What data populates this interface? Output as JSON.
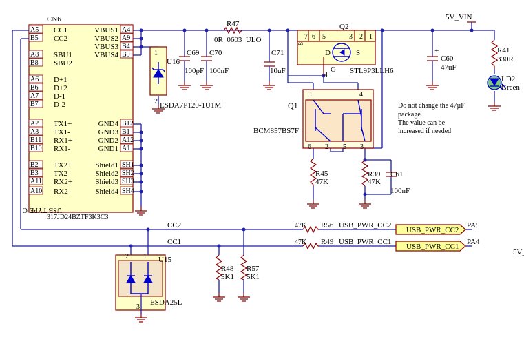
{
  "schematic": {
    "connector": {
      "ref": "CN6",
      "value": "317JD24BZTF3K3C3",
      "type_label": "USB TYPE-C",
      "left_pins": [
        {
          "num": "A5",
          "name": "CC1"
        },
        {
          "num": "B5",
          "name": "CC2"
        },
        {
          "num": "A8",
          "name": "SBU1"
        },
        {
          "num": "B8",
          "name": "SBU2"
        },
        {
          "num": "A6",
          "name": "D+1"
        },
        {
          "num": "B6",
          "name": "D+2"
        },
        {
          "num": "A7",
          "name": "D-1"
        },
        {
          "num": "B7",
          "name": "D-2"
        },
        {
          "num": "A2",
          "name": "TX1+"
        },
        {
          "num": "A3",
          "name": "TX1-"
        },
        {
          "num": "B11",
          "name": "RX1+"
        },
        {
          "num": "B10",
          "name": "RX1-"
        },
        {
          "num": "B2",
          "name": "TX2+"
        },
        {
          "num": "B3",
          "name": "TX2-"
        },
        {
          "num": "A11",
          "name": "RX2+"
        },
        {
          "num": "A10",
          "name": "RX2-"
        }
      ],
      "right_pins": [
        {
          "num": "A4",
          "name": "VBUS1"
        },
        {
          "num": "A9",
          "name": "VBUS2"
        },
        {
          "num": "B4",
          "name": "VBUS3"
        },
        {
          "num": "B9",
          "name": "VBUS4"
        },
        {
          "num": "B12",
          "name": "GND4"
        },
        {
          "num": "B1",
          "name": "GND3"
        },
        {
          "num": "A12",
          "name": "GND2"
        },
        {
          "num": "A1",
          "name": "GND1"
        },
        {
          "num": "SH1",
          "name": "Shield1"
        },
        {
          "num": "SH2",
          "name": "Shield2"
        },
        {
          "num": "SH3",
          "name": "Shield3"
        },
        {
          "num": "SH4",
          "name": "Shield4"
        }
      ]
    },
    "u16": {
      "ref": "U16",
      "value": "ESDA7P120-1U1M",
      "pin1": "1",
      "pin2": "2"
    },
    "c69": {
      "ref": "C69",
      "value": "100pF"
    },
    "c70": {
      "ref": "C70",
      "value": "100nF"
    },
    "r47": {
      "ref": "R47",
      "value": "0R_0603_ULO"
    },
    "c71": {
      "ref": "C71",
      "value": "10uF"
    },
    "q2": {
      "ref": "Q2",
      "value": "STL9P3LLH6",
      "pins_left": [
        "8",
        "7",
        "6",
        "5"
      ],
      "pins_right": [
        "3",
        "2",
        "1"
      ],
      "gate_pin": "4",
      "d": "D",
      "s": "S",
      "g": "G"
    },
    "c60": {
      "ref": "C60",
      "value": "47uF",
      "plus": "+"
    },
    "vin_label": "5V_VIN",
    "r41": {
      "ref": "R41",
      "value": "330R"
    },
    "ld2": {
      "ref": "LD2",
      "value": "Green"
    },
    "note": {
      "line1": "Do not change the 47µF",
      "line2": "package.",
      "line3": "The value can be",
      "line4": "increased if needed"
    },
    "q1": {
      "ref": "Q1",
      "value": "BCM857BS7F",
      "p1": "1",
      "p4": "4",
      "p6": "6",
      "p2": "2",
      "p5": "5",
      "p3": "3"
    },
    "r45": {
      "ref": "R45",
      "value": "47K"
    },
    "r39": {
      "ref": "R39",
      "value": "47K"
    },
    "c61": {
      "ref": "C61",
      "value": "100nF"
    },
    "net_cc2": "CC2",
    "net_cc1": "CC1",
    "r56": {
      "ref": "R56",
      "value": "47K",
      "net": "USB_PWR_CC2"
    },
    "r49": {
      "ref": "R49",
      "value": "47K",
      "net": "USB_PWR_CC1"
    },
    "port_cc2": {
      "label": "USB_PWR_CC2",
      "pin": "PA5"
    },
    "port_cc1": {
      "label": "USB_PWR_CC1",
      "pin": "PA4"
    },
    "r48": {
      "ref": "R48",
      "value": "5K1"
    },
    "r57": {
      "ref": "R57",
      "value": "5K1"
    },
    "u15": {
      "ref": "U15",
      "value": "ESDA25L",
      "p1": "1",
      "p2": "2",
      "p3": "3"
    },
    "edge_label": "5V_"
  }
}
